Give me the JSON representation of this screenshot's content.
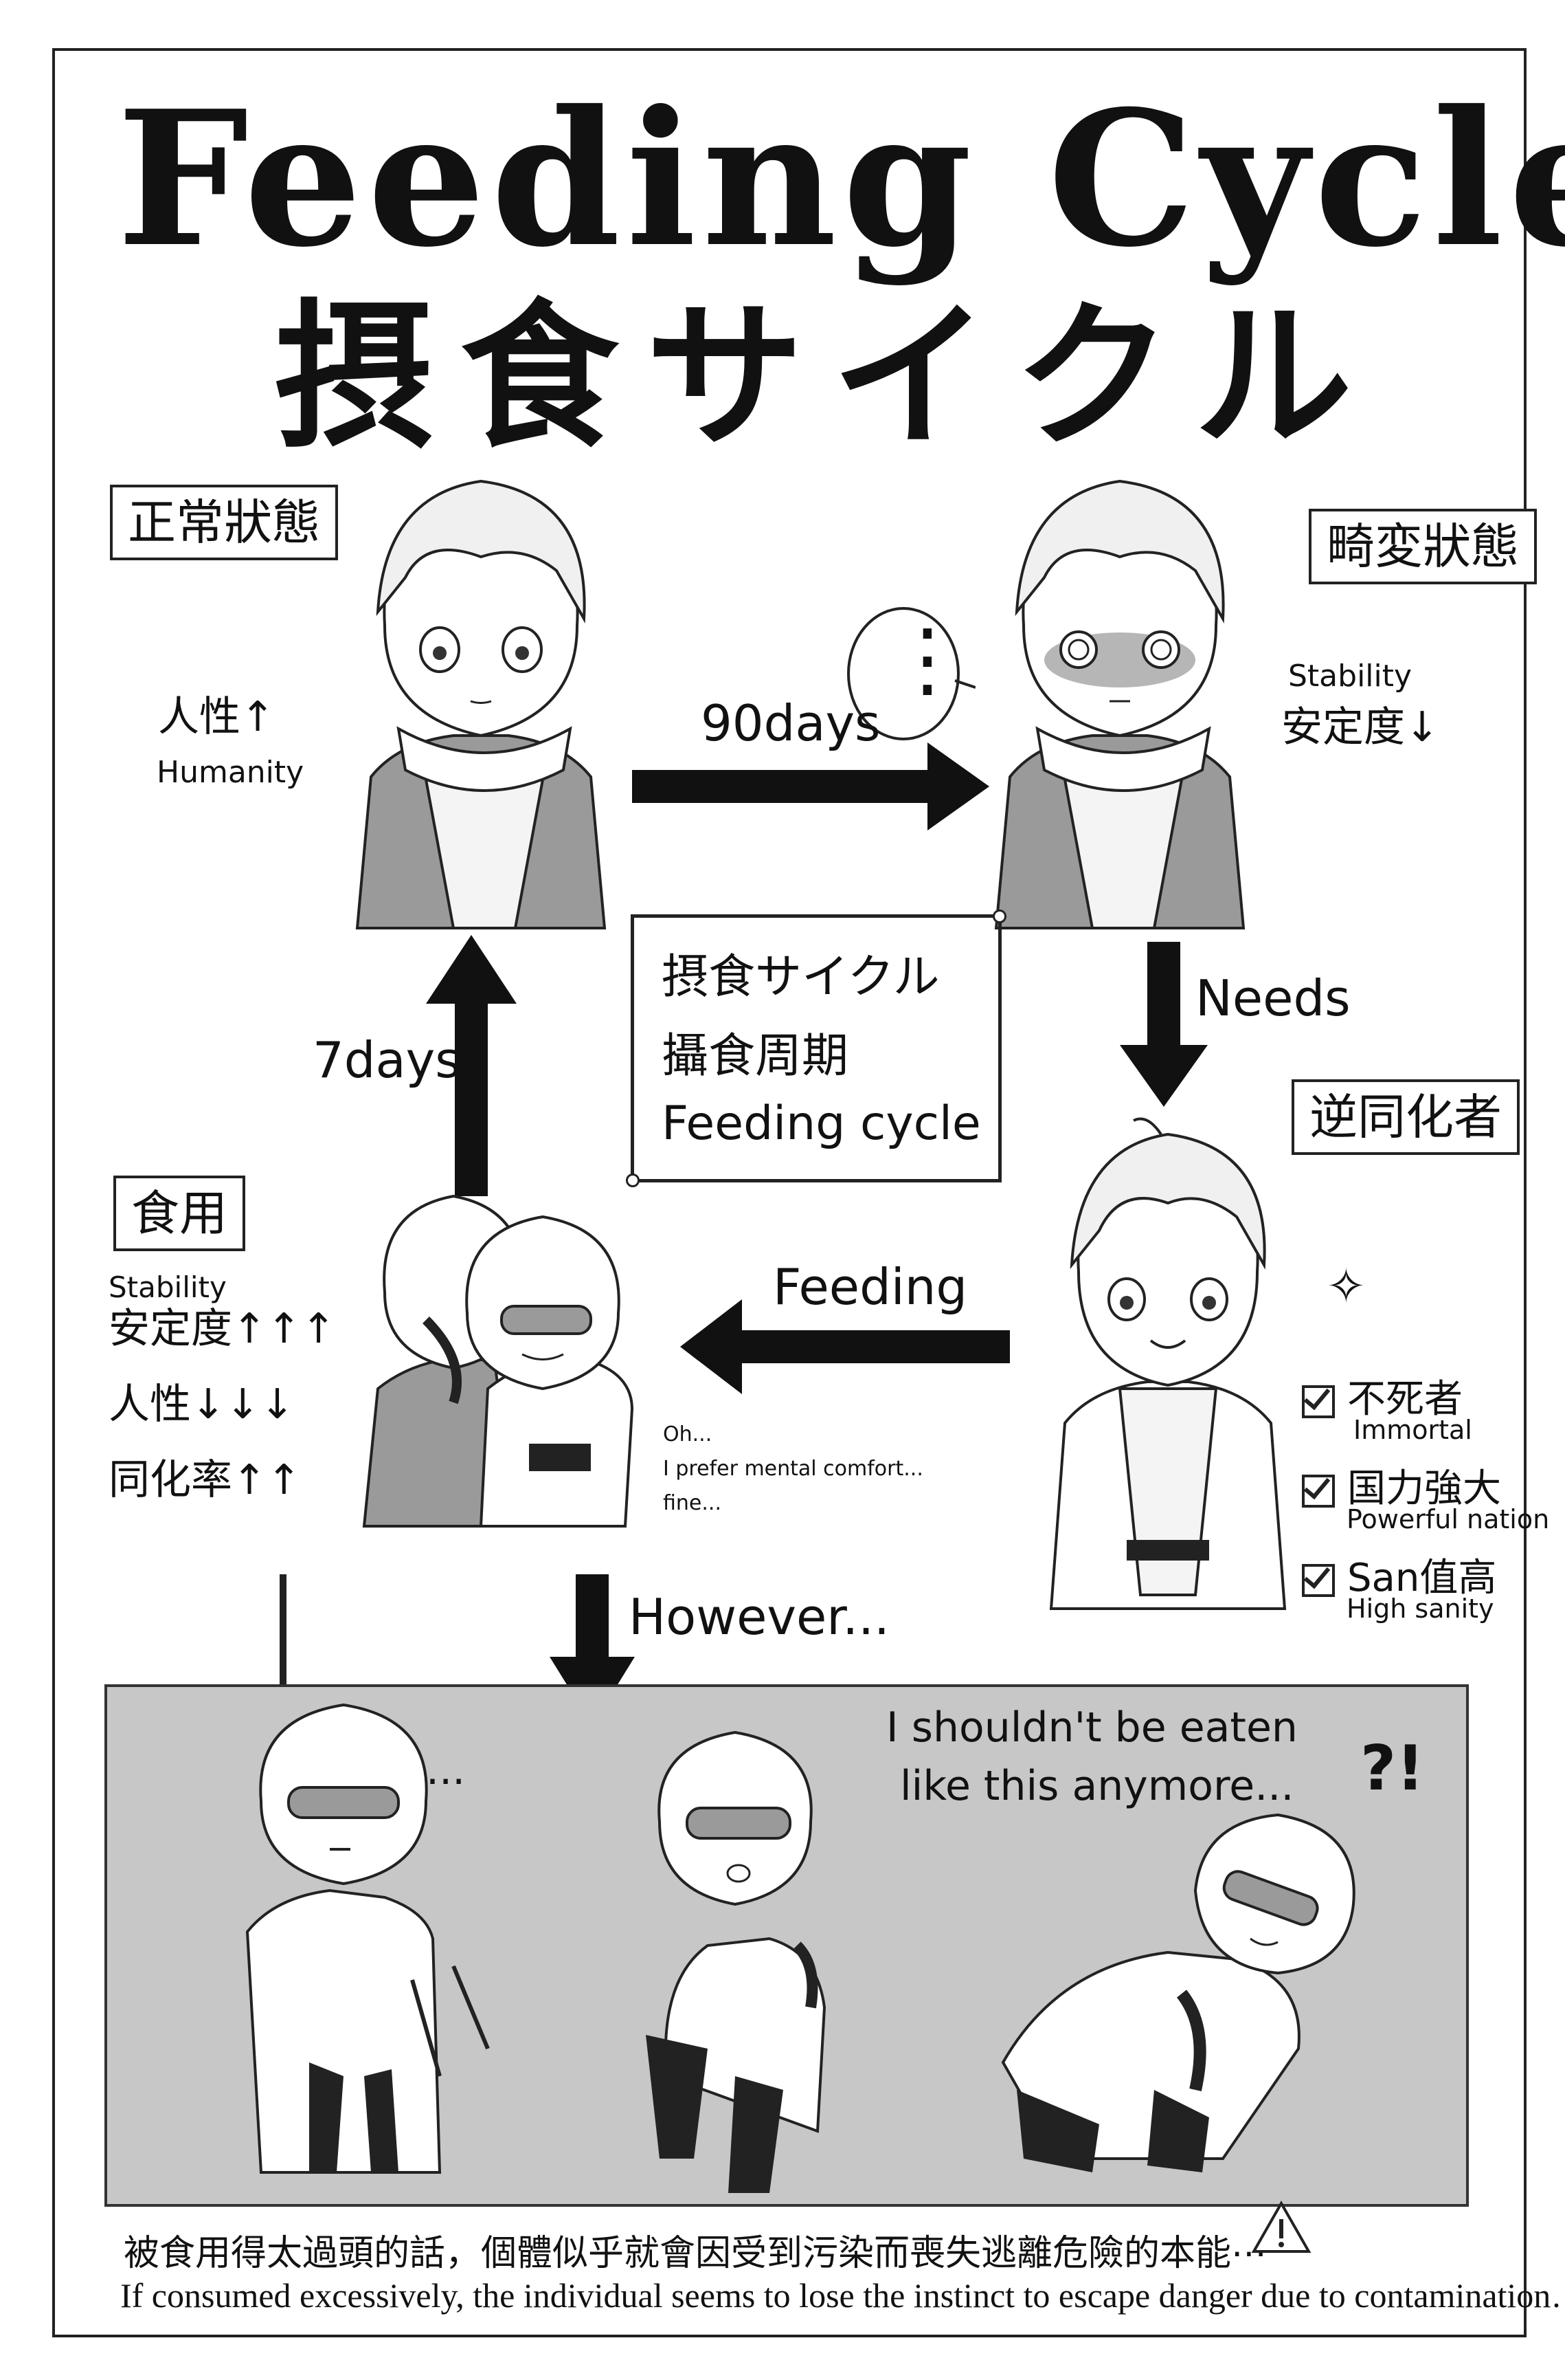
{
  "title": {
    "english": "Feeding Cycle",
    "japanese": "摂食サイクル"
  },
  "states": {
    "normal": {
      "label": "正常狀態",
      "notes": [
        "人性↑",
        "Humanity"
      ]
    },
    "mutated": {
      "label": "畸変狀態",
      "notes": [
        "Stability",
        "安定度↓"
      ]
    },
    "counter": {
      "label": "逆同化者",
      "checklist": [
        {
          "zh": "不死者",
          "en": "Immortal"
        },
        {
          "zh": "国力強大",
          "en": "Powerful nation"
        },
        {
          "zh": "San值高",
          "en": "High sanity"
        }
      ]
    },
    "eaten": {
      "label": "食用",
      "notes": [
        "Stability",
        "安定度↑↑↑",
        "人性↓↓↓",
        "同化率↑↑"
      ],
      "speech": [
        "Oh...",
        "I prefer mental comfort...",
        "fine..."
      ]
    }
  },
  "center_box": [
    "摂食サイクル",
    "攝食周期",
    "Feeding cycle"
  ],
  "arrows": {
    "top": "90days",
    "right": "Needs",
    "middle": "Feeding",
    "left": "7days",
    "down": "However..."
  },
  "bubble": "⋮",
  "bottom_panel": {
    "ellipsis": "...",
    "speech": [
      "I shouldn't be eaten",
      "like this anymore..."
    ],
    "exclaim": "?!"
  },
  "caption": {
    "zh": "被食用得太過頭的話，個體似乎就會因受到污染而喪失逃離危險的本能⋯",
    "en": "If consumed excessively, the individual seems to lose the instinct to escape danger due to contamination…"
  },
  "colors": {
    "ink": "#111111",
    "panel_gray": "#c7c7c7",
    "coat_gray": "#9a9a9a",
    "blush": "#7a7a7a"
  }
}
